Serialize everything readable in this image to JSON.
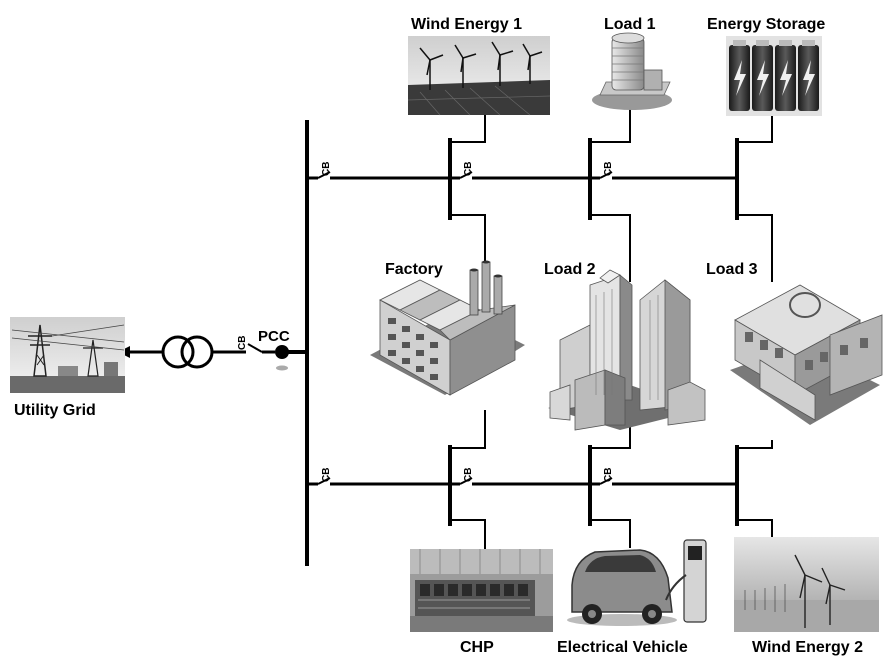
{
  "labels": {
    "wind_energy_1": "Wind Energy 1",
    "load_1": "Load 1",
    "energy_storage": "Energy Storage",
    "factory": "Factory",
    "load_2": "Load 2",
    "load_3": "Load 3",
    "utility_grid": "Utility Grid",
    "pcc": "PCC",
    "chp": "CHP",
    "electrical_vehicle": "Electrical Vehicle",
    "wind_energy_2": "Wind Energy 2"
  },
  "breakers": {
    "cb_label": "CB"
  }
}
